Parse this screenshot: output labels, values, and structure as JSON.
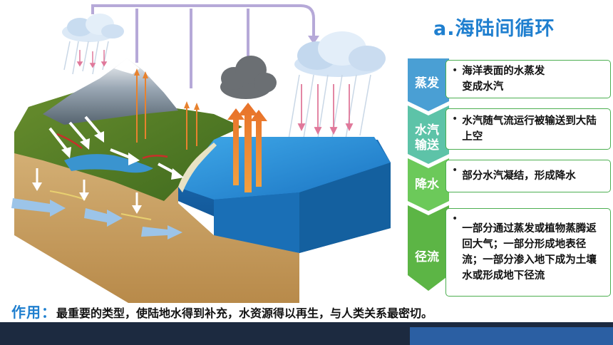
{
  "title": "a.海陆间循环",
  "steps": [
    {
      "label": "蒸发",
      "text": "海洋表面的水蒸发变成水汽"
    },
    {
      "label": "水汽输送",
      "text": "水汽随气流运行被输送到大陆上空"
    },
    {
      "label": "降水",
      "text": "部分水汽凝结，形成降水"
    },
    {
      "label": "径流",
      "text": "一部分通过蒸发或植物蒸腾返回大气；一部分形成地表径流；一部分渗入地下成为土壤水或形成地下径流"
    }
  ],
  "effect": {
    "label": "作用：",
    "text": "最重要的类型，使陆地水得到补充，水资源得以再生，与人类关系最密切。"
  },
  "colors": {
    "step_gradient": [
      "#4a9fd4",
      "#5dc3a8",
      "#6cc95a",
      "#5cb545"
    ],
    "title": "#1f7fcf",
    "ocean": "#1e88d0",
    "footer": "#1c2a40"
  }
}
